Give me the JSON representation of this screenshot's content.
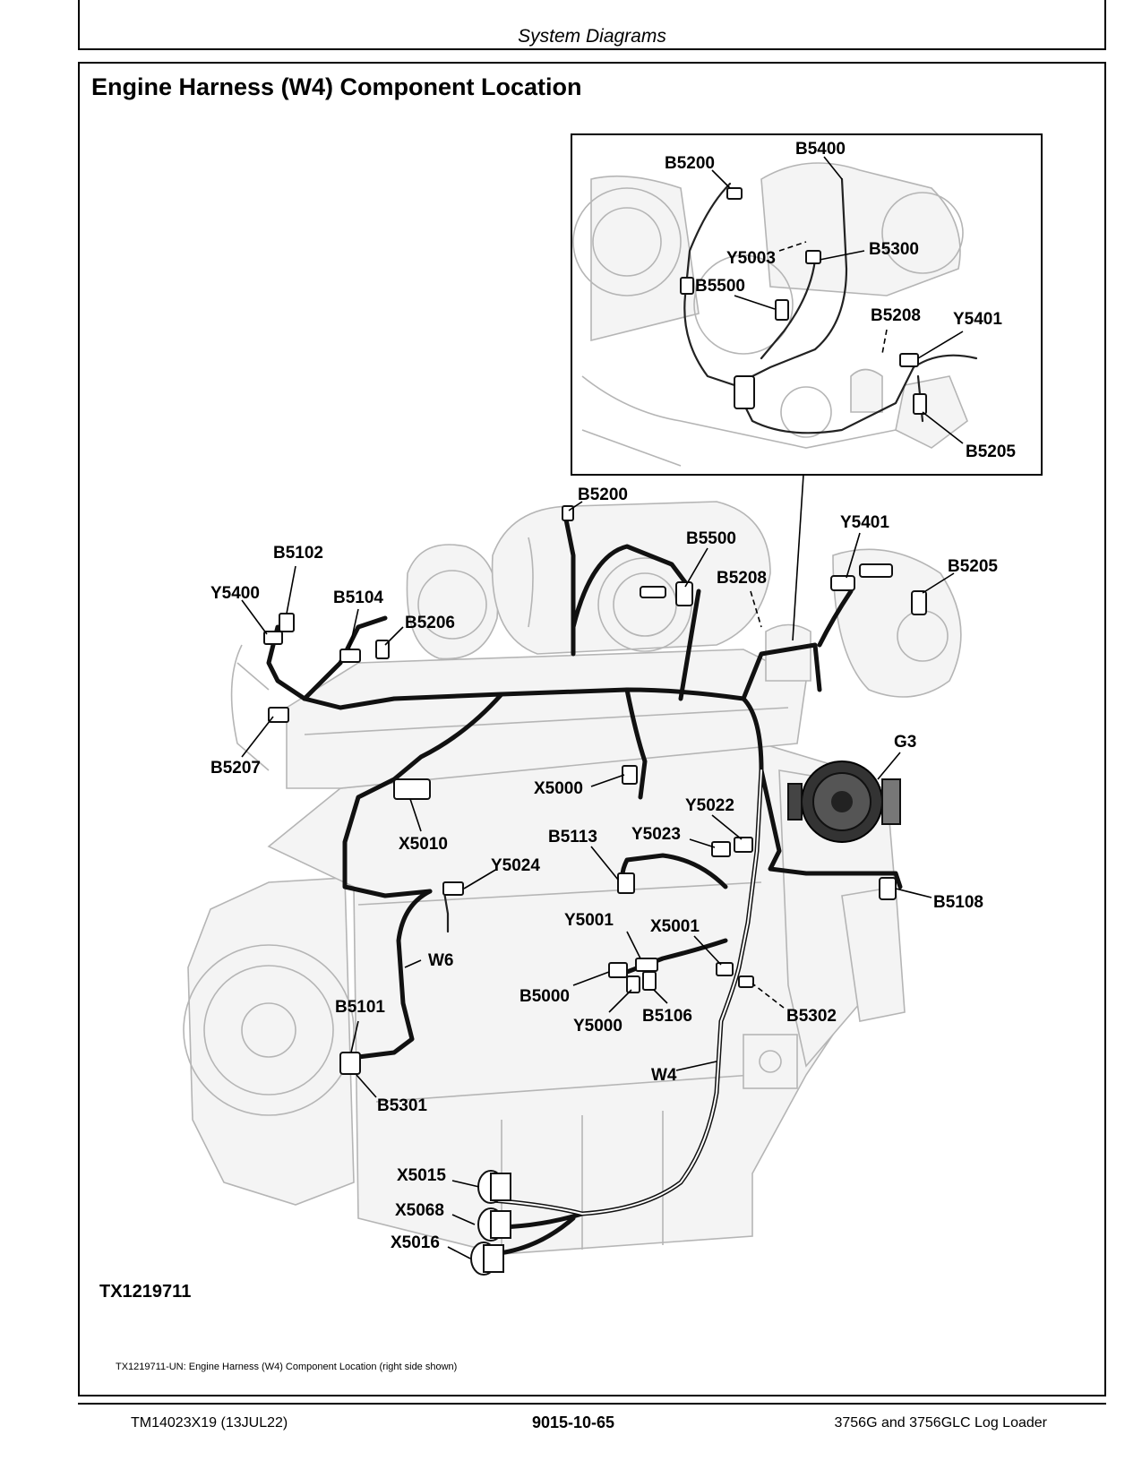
{
  "header": {
    "section": "System Diagrams"
  },
  "figure": {
    "title": "Engine Harness (W4) Component Location",
    "figure_id": "TX1219711",
    "caption": "TX1219711-UN: Engine Harness (W4) Component Location (right side shown)"
  },
  "inset_labels": {
    "b5200": "B5200",
    "b5400": "B5400",
    "b5300": "B5300",
    "y5003": "Y5003",
    "b5500": "B5500",
    "b5208": "B5208",
    "y5401": "Y5401",
    "b5205": "B5205"
  },
  "main_labels": {
    "b5200": "B5200",
    "b5500": "B5500",
    "b5208": "B5208",
    "y5401": "Y5401",
    "b5205": "B5205",
    "b5102": "B5102",
    "y5400": "Y5400",
    "b5104": "B5104",
    "b5206": "B5206",
    "b5207": "B5207",
    "g3": "G3",
    "x5000": "X5000",
    "y5022": "Y5022",
    "x5010": "X5010",
    "b5113": "B5113",
    "y5023": "Y5023",
    "y5024": "Y5024",
    "b5108": "B5108",
    "y5001": "Y5001",
    "x5001": "X5001",
    "w6": "W6",
    "b5000": "B5000",
    "b5106": "B5106",
    "b5302": "B5302",
    "y5000": "Y5000",
    "b5101": "B5101",
    "w4": "W4",
    "b5301": "B5301",
    "x5015": "X5015",
    "x5068": "X5068",
    "x5016": "X5016"
  },
  "footer": {
    "manual": "TM14023X19 (13JUL22)",
    "page": "9015-10-65",
    "model": "3756G and 3756GLC Log Loader"
  }
}
